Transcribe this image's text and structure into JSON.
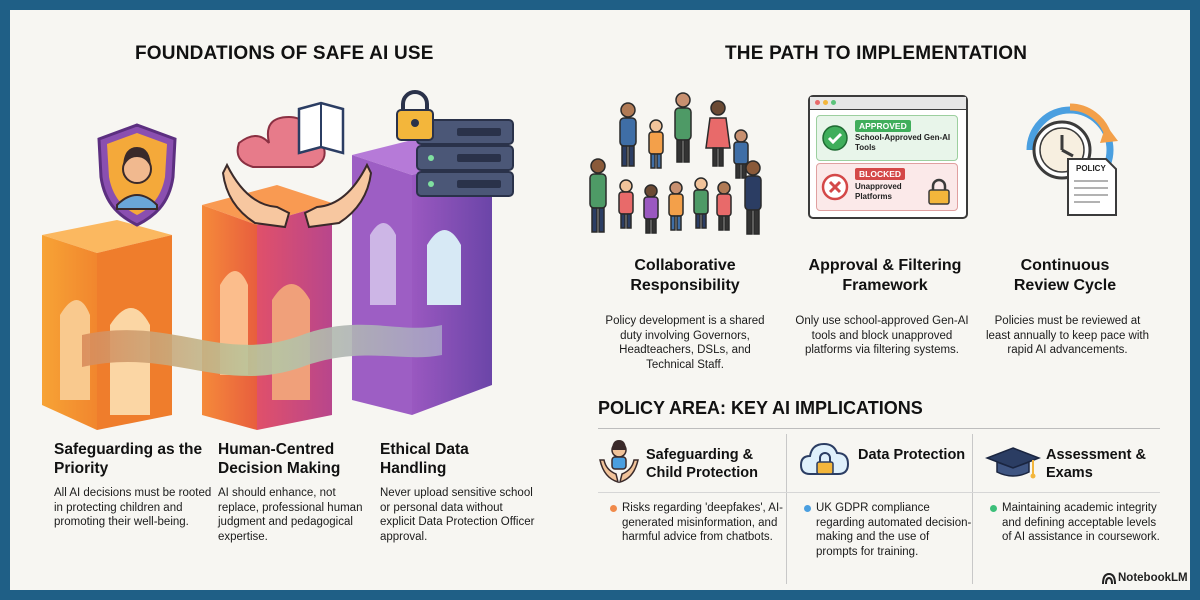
{
  "left": {
    "title": "FOUNDATIONS OF SAFE AI USE",
    "pillars": [
      {
        "title": "Safeguarding as the Priority",
        "text": "All AI decisions must be rooted in protecting children and promoting their well-being."
      },
      {
        "title": "Human-Centred Decision Making",
        "text": "AI should enhance, not replace, professional human judgment and pedagogical expertise."
      },
      {
        "title": "Ethical Data Handling",
        "text": "Never upload sensitive school or personal data without explicit Data Protection Officer approval."
      }
    ]
  },
  "right": {
    "title": "THE PATH TO IMPLEMENTATION",
    "steps": [
      {
        "title": "Collaborative Responsibility",
        "text": "Policy development is a shared duty involving Governors, Headteachers, DSLs, and Technical Staff."
      },
      {
        "title": "Approval & Filtering Framework",
        "text": "Only use school-approved Gen-AI tools and block unapproved platforms via filtering systems."
      },
      {
        "title": "Continuous Review Cycle",
        "text": "Policies must be reviewed at least annually to keep pace with rapid AI advancements."
      }
    ],
    "panel": {
      "approved_tag": "APPROVED",
      "approved_text": "School-Approved Gen-AI Tools",
      "blocked_tag": "BLOCKED",
      "blocked_text": "Unapproved Platforms"
    },
    "policy_doc_label": "POLICY"
  },
  "policy_area": {
    "heading": "POLICY AREA: KEY AI IMPLICATIONS",
    "columns": [
      {
        "heading": "Safeguarding & Child Protection",
        "icon": "hands-child-icon",
        "dot_color": "#f08a4b",
        "text": "Risks regarding 'deepfakes', AI-generated misinformation, and harmful advice from chatbots."
      },
      {
        "heading": "Data Protection",
        "icon": "cloud-lock-icon",
        "dot_color": "#4a9fe0",
        "text": "UK GDPR compliance regarding automated decision-making and the use of prompts for training."
      },
      {
        "heading": "Assessment & Exams",
        "icon": "graduation-cap-icon",
        "dot_color": "#3dbf7a",
        "text": "Maintaining academic integrity and defining acceptable levels of AI assistance in coursework."
      }
    ]
  },
  "brand": "NotebookLM"
}
